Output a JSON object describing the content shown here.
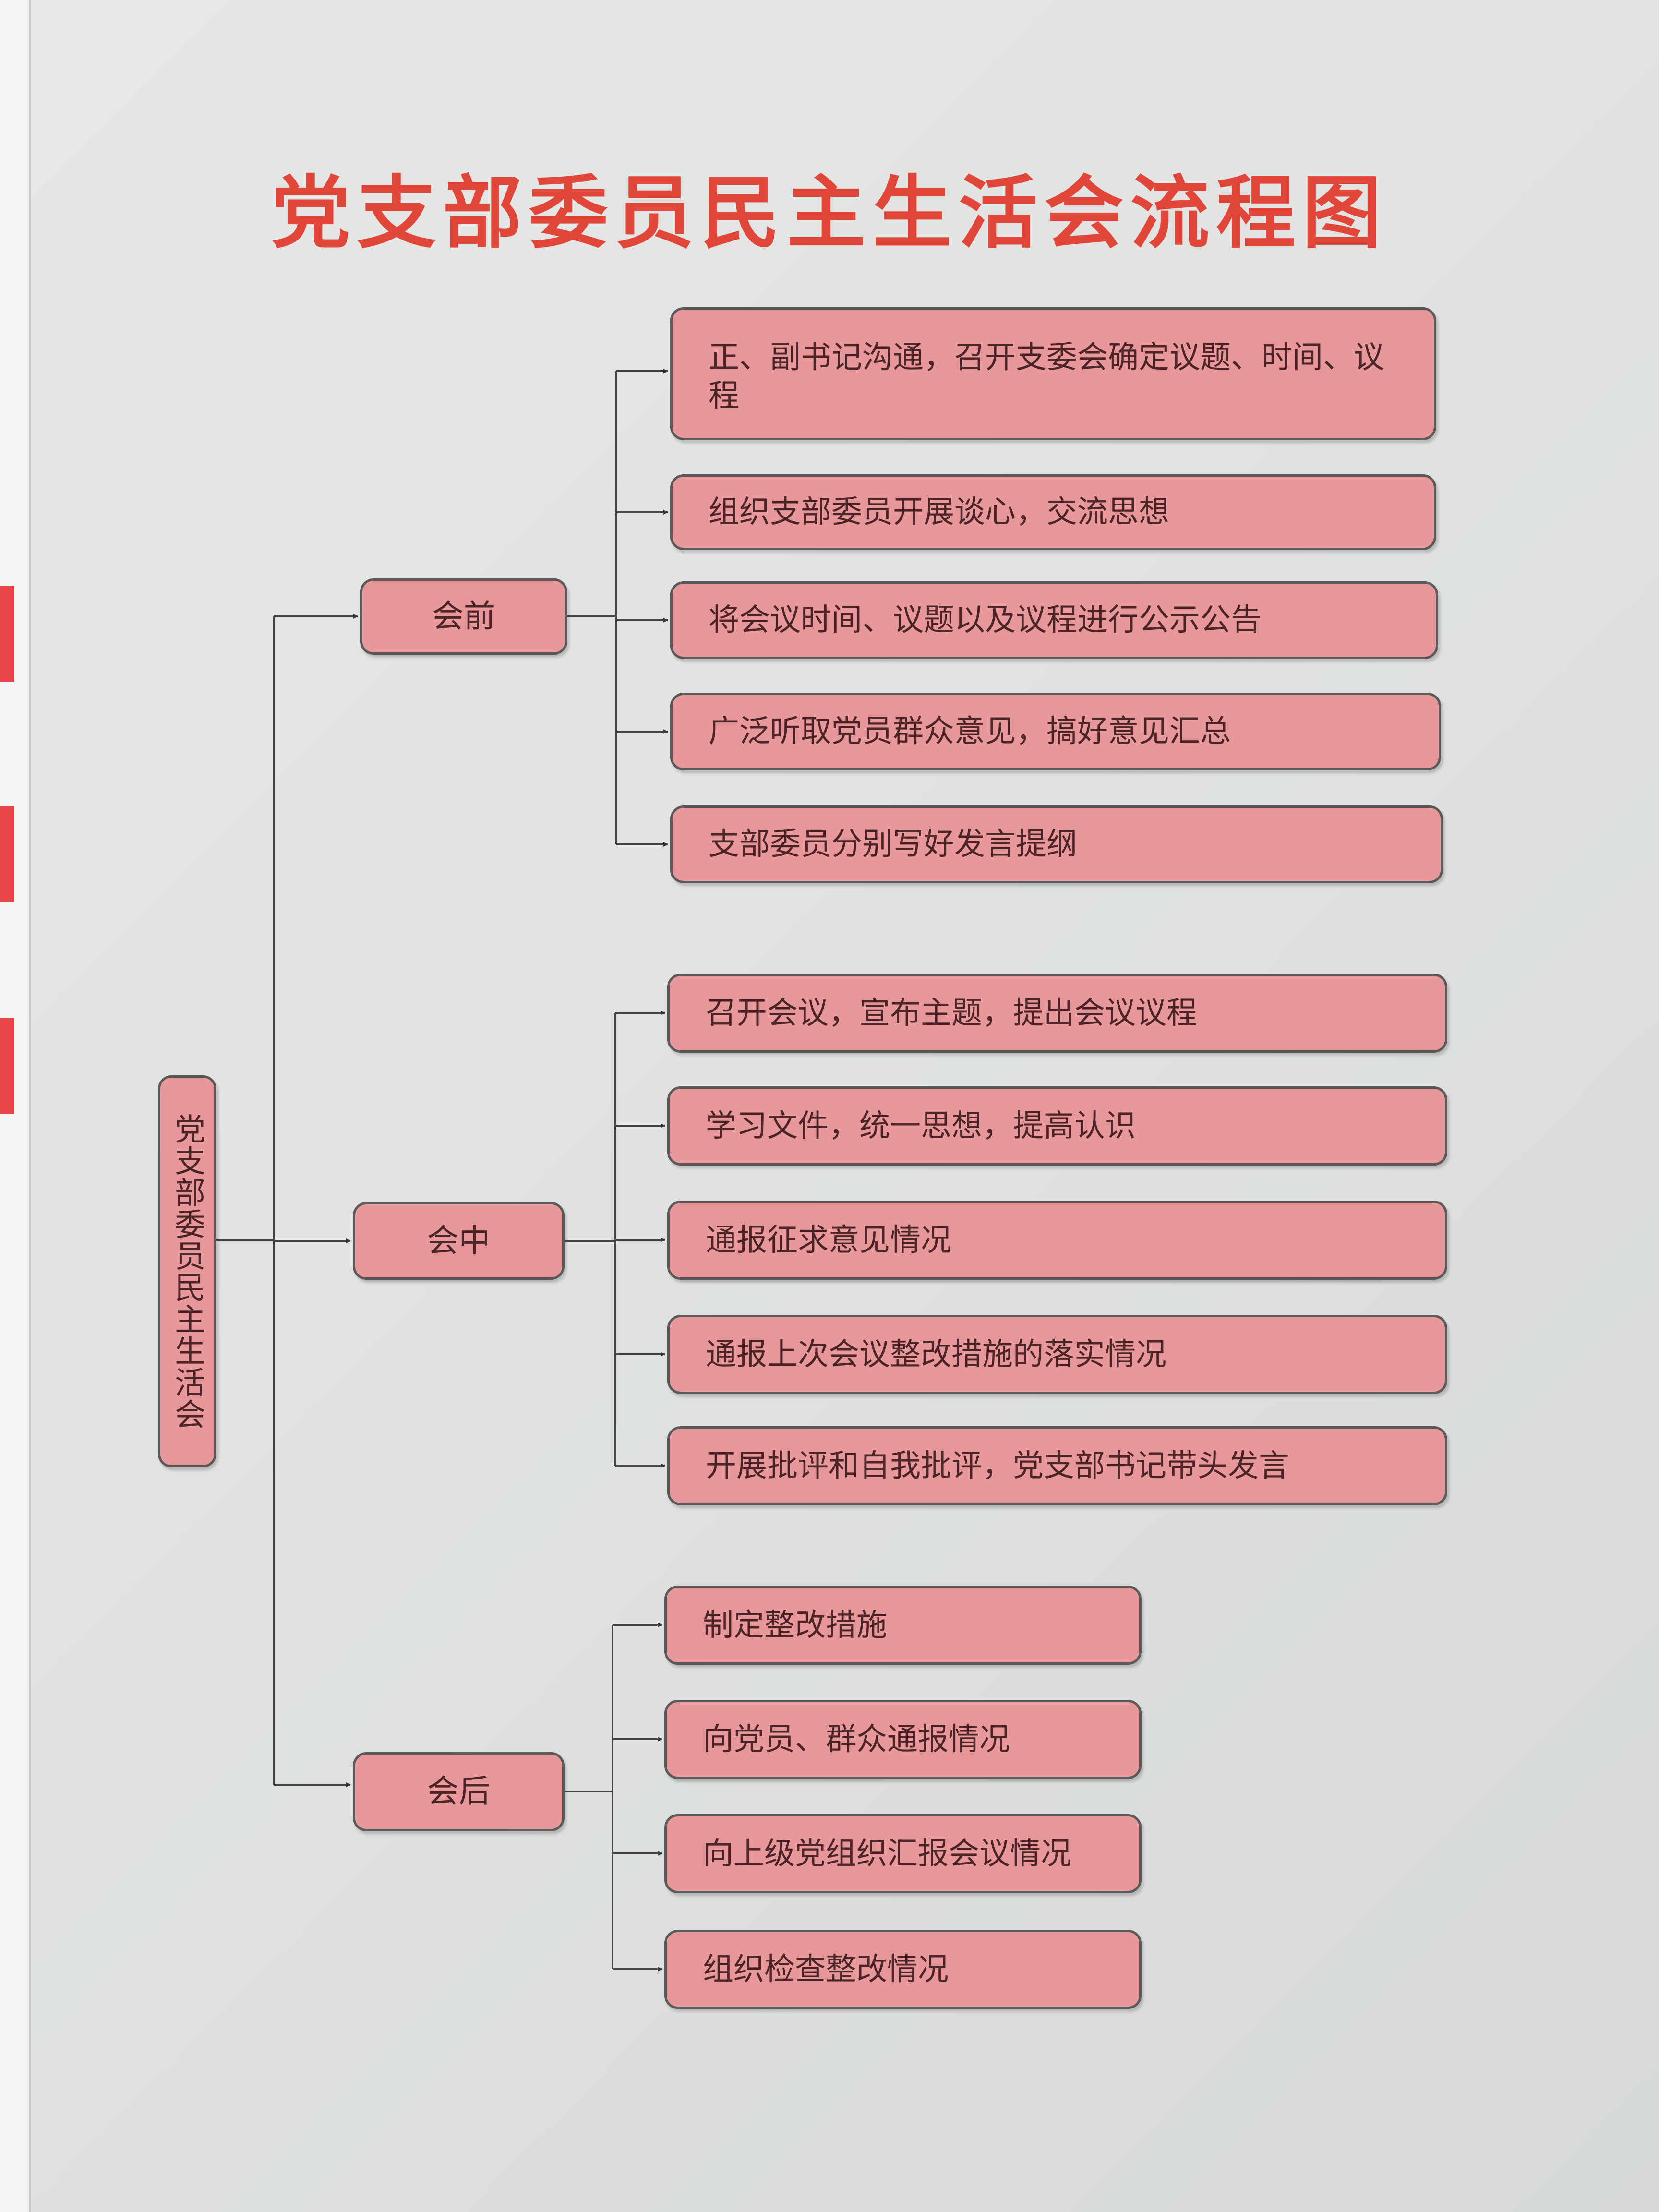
{
  "title": "党支部委员民主生活会流程图",
  "root": "党支部委员民主生活会",
  "colors": {
    "title": "#e2463a",
    "box_fill": "#e8979a",
    "box_border": "#5a5a5a",
    "text": "#4a2426"
  },
  "phases": [
    {
      "label": "会前",
      "steps": [
        "正、副书记沟通，召开支委会确定议题、时间、议程",
        "组织支部委员开展谈心，交流思想",
        "将会议时间、议题以及议程进行公示公告",
        "广泛听取党员群众意见，搞好意见汇总",
        "支部委员分别写好发言提纲"
      ]
    },
    {
      "label": "会中",
      "steps": [
        "召开会议，宣布主题，提出会议议程",
        "学习文件，统一思想，提高认识",
        "通报征求意见情况",
        "通报上次会议整改措施的落实情况",
        "开展批评和自我批评，党支部书记带头发言"
      ]
    },
    {
      "label": "会后",
      "steps": [
        "制定整改措施",
        "向党员、群众通报情况",
        "向上级党组织汇报会议情况",
        "组织检查整改情况"
      ]
    }
  ]
}
